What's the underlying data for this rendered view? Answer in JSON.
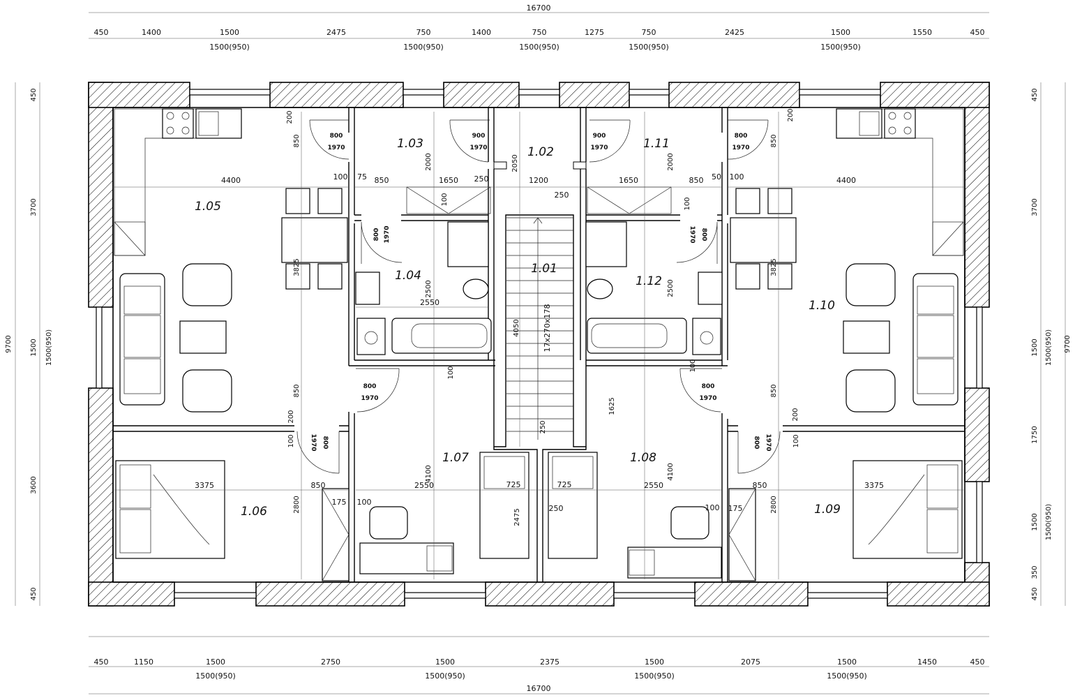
{
  "drawing": {
    "overall_width": "16700",
    "overall_depth": "9700",
    "top_dims": [
      "450",
      "1400",
      "1500",
      "2475",
      "750",
      "1400",
      "750",
      "1275",
      "750",
      "2425",
      "1500",
      "1550",
      "450"
    ],
    "top_sub_dims": [
      "1500(950)",
      "1500(950)",
      "1500(950)",
      "1500(950)",
      "1500(950)"
    ],
    "bottom_dims": [
      "450",
      "1150",
      "1500",
      "2750",
      "1500",
      "2375",
      "1500",
      "2075",
      "1500",
      "1450",
      "450"
    ],
    "bottom_sub_dims": [
      "1500(950)",
      "1500(950)",
      "1500(950)",
      "1500(950)"
    ],
    "left_dims": [
      "450",
      "3700",
      "1500",
      "3600",
      "450"
    ],
    "left_sub_dims": [
      "1500(950)"
    ],
    "right_dims": [
      "450",
      "3700",
      "1500",
      "1750",
      "1500",
      "350",
      "450"
    ],
    "right_sub_dims": [
      "1500(950)",
      "1500(950)"
    ]
  },
  "rooms": [
    "1.01",
    "1.02",
    "1.03",
    "1.04",
    "1.05",
    "1.06",
    "1.07",
    "1.08",
    "1.09",
    "1.10",
    "1.11",
    "1.12"
  ],
  "doors": [
    {
      "w": "800",
      "h": "1970"
    },
    {
      "w": "900",
      "h": "1970"
    },
    {
      "w": "900",
      "h": "1970"
    },
    {
      "w": "800",
      "h": "1970"
    },
    {
      "w": "800",
      "h": "1970"
    },
    {
      "w": "800",
      "h": "1970"
    },
    {
      "w": "800",
      "h": "1970"
    },
    {
      "w": "800",
      "h": "1970"
    },
    {
      "w": "800",
      "h": "1970"
    },
    {
      "w": "800",
      "h": "1970"
    }
  ],
  "inner_dims": {
    "kitchen_l": "4400",
    "kitchen_r": "4400",
    "d100a": "100",
    "d75": "75",
    "d850a": "850",
    "d1650a": "1650",
    "d250a": "250",
    "d1200": "1200",
    "d250b": "250",
    "d1650b": "1650",
    "d850b": "850",
    "d50": "50",
    "d100b": "100",
    "d200a": "200",
    "d850c": "850",
    "d2000a": "2000",
    "d2050": "2050",
    "d2000b": "2000",
    "d850d": "850",
    "d200b": "200",
    "d100c": "100",
    "d100d": "100",
    "d3825a": "3825",
    "d3825b": "3825",
    "d2500a": "2500",
    "d2500b": "2500",
    "d2550a": "2550",
    "d4050": "4050",
    "stair": "17x270x178",
    "d100e": "100",
    "d100f": "100",
    "d1625": "1625",
    "d850e": "850",
    "d850f": "850",
    "d200c": "200",
    "d200d": "200",
    "d100g": "100",
    "d100h": "100",
    "d250c": "250",
    "d4100a": "4100",
    "d4100b": "4100",
    "d2550b": "2550",
    "d2550c": "2550",
    "d850g": "850",
    "d850h": "850",
    "d175a": "175",
    "d175b": "175",
    "d100i": "100",
    "d100j": "100",
    "d725a": "725",
    "d725b": "725",
    "d2475": "2475",
    "d250d": "250",
    "d2800a": "2800",
    "d2800b": "2800",
    "d3375a": "3375",
    "d3375b": "3375"
  },
  "colors": {
    "line": "#000000",
    "background": "#ffffff"
  }
}
